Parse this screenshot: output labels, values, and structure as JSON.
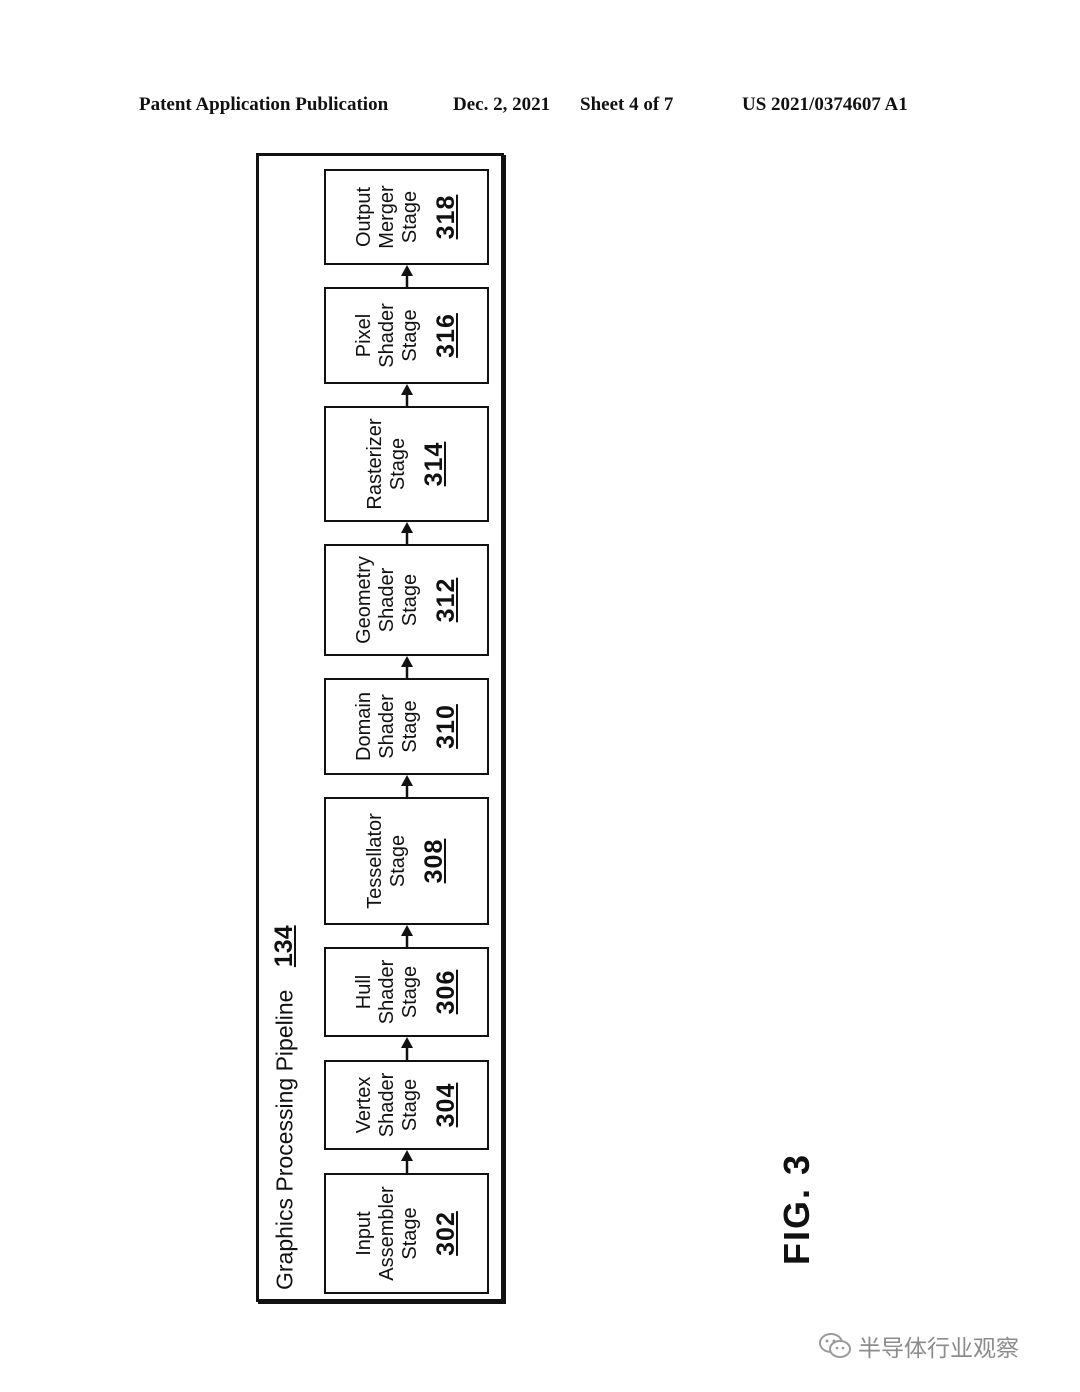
{
  "header": {
    "publication": "Patent Application Publication",
    "date": "Dec. 2, 2021",
    "sheet": "Sheet 4 of 7",
    "number": "US 2021/0374607 A1"
  },
  "pipeline": {
    "title": "Graphics Processing Pipeline",
    "ref": "134"
  },
  "stages": [
    {
      "label": "Input\nAssembler\nStage",
      "ref": "302"
    },
    {
      "label": "Vertex\nShader\nStage",
      "ref": "304"
    },
    {
      "label": "Hull\nShader\nStage",
      "ref": "306"
    },
    {
      "label": "Tessellator\nStage",
      "ref": "308"
    },
    {
      "label": "Domain\nShader\nStage",
      "ref": "310"
    },
    {
      "label": "Geometry\nShader\nStage",
      "ref": "312"
    },
    {
      "label": "Rasterizer\nStage",
      "ref": "314"
    },
    {
      "label": "Pixel\nShader\nStage",
      "ref": "316"
    },
    {
      "label": "Output\nMerger\nStage",
      "ref": "318"
    }
  ],
  "figure": {
    "label": "FIG. 3"
  },
  "watermark": {
    "text": "半导体行业观察",
    "icon": "wechat-icon"
  }
}
